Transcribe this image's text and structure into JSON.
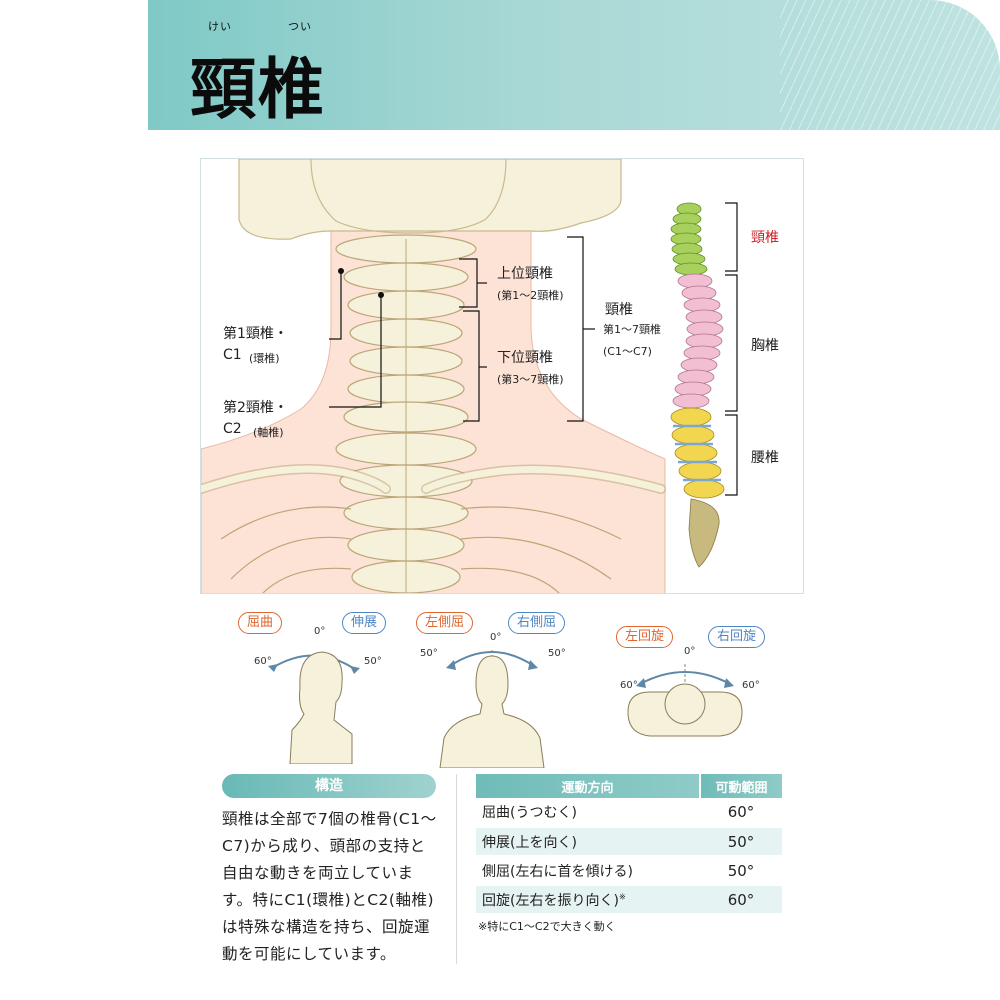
{
  "header": {
    "title": "頸椎",
    "ruby": [
      "けい",
      "つい"
    ]
  },
  "figure": {
    "labels": {
      "c1_line1": "第1頸椎・",
      "c1_line2": "C1",
      "c1_sub": "(環椎)",
      "c2_line1": "第2頸椎・",
      "c2_line2": "C2",
      "c2_sub": "(軸椎)",
      "upper": "上位頸椎",
      "upper_sub": "(第1〜2頸椎)",
      "lower": "下位頸椎",
      "lower_sub": "(第3〜7頸椎)",
      "cervical": "頸椎",
      "cervical_sub1": "第1〜7頸椎",
      "cervical_sub2": "(C1〜C7)"
    },
    "spine_regions": [
      {
        "name": "頸椎",
        "color": "#d2232a"
      },
      {
        "name": "胸椎",
        "color": "#222222"
      },
      {
        "name": "腰椎",
        "color": "#222222"
      }
    ]
  },
  "motion": {
    "flex_ext": {
      "left": "屈曲",
      "right": "伸展",
      "zero": "0°",
      "left_deg": "60°",
      "right_deg": "50°"
    },
    "lateral": {
      "left": "左側屈",
      "right": "右側屈",
      "zero": "0°",
      "left_deg": "50°",
      "right_deg": "50°"
    },
    "rotation": {
      "left": "左回旋",
      "right": "右回旋",
      "zero": "0°",
      "left_deg": "60°",
      "right_deg": "60°"
    }
  },
  "structure": {
    "heading": "構造",
    "text": "頸椎は全部で7個の椎骨(C1〜C7)から成り、頭部の支持と自由な動きを両立しています。特にC1(環椎)とC2(軸椎)は特殊な構造を持ち、回旋運動を可能にしています。"
  },
  "rom_table": {
    "headers": [
      "運動方向",
      "可動範囲"
    ],
    "rows": [
      {
        "movement": "屈曲(うつむく)",
        "range": "60°"
      },
      {
        "movement": "伸展(上を向く)",
        "range": "50°"
      },
      {
        "movement": "側屈(左右に首を傾ける)",
        "range": "50°"
      },
      {
        "movement": "回旋(左右を振り向く)",
        "range": "60°",
        "note": "※"
      }
    ],
    "footnote": "※特にC1〜C2で大きく動く"
  },
  "colors": {
    "accent": "#7fc9c6",
    "orange": "#e0662e",
    "blue": "#4d86c4",
    "bone": "#f6f1da",
    "skin": "#fde6dc",
    "red_label": "#d2232a"
  }
}
